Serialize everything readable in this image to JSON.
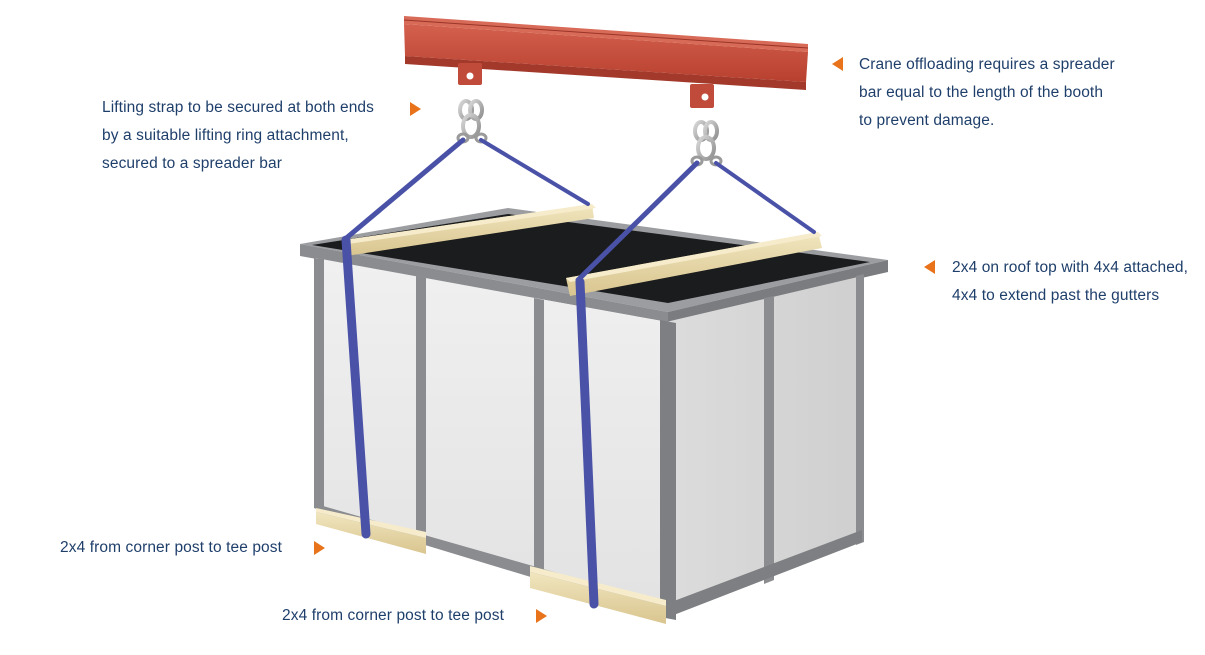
{
  "colors": {
    "label_text": "#1f3f6b",
    "arrow": "#e8731a",
    "spreader_bar": "#c0493a",
    "strap": "#4a52a8",
    "panel": "#e9e9e9",
    "frame": "#8a8c8f",
    "roof": "#1b1c1e",
    "timber": "#e8d9a8"
  },
  "annotations": {
    "lifting_strap": {
      "lines": [
        "Lifting strap to be secured at both ends",
        "by a suitable lifting ring attachment,",
        "secured to a spreader bar"
      ]
    },
    "crane_offloading": {
      "lines": [
        "Crane offloading requires a spreader",
        "bar equal to the length of the booth",
        "to prevent damage."
      ]
    },
    "roof_timber": {
      "lines": [
        "2x4 on roof top with 4x4 attached,",
        "4x4 to extend past the gutters"
      ]
    },
    "base_left": {
      "lines": [
        "2x4 from corner post to tee post"
      ]
    },
    "base_front": {
      "lines": [
        "2x4 from corner post to tee post"
      ]
    }
  },
  "icons": {
    "arrow": "triangle-arrow-icon",
    "shackle": "lifting-ring-icon"
  }
}
